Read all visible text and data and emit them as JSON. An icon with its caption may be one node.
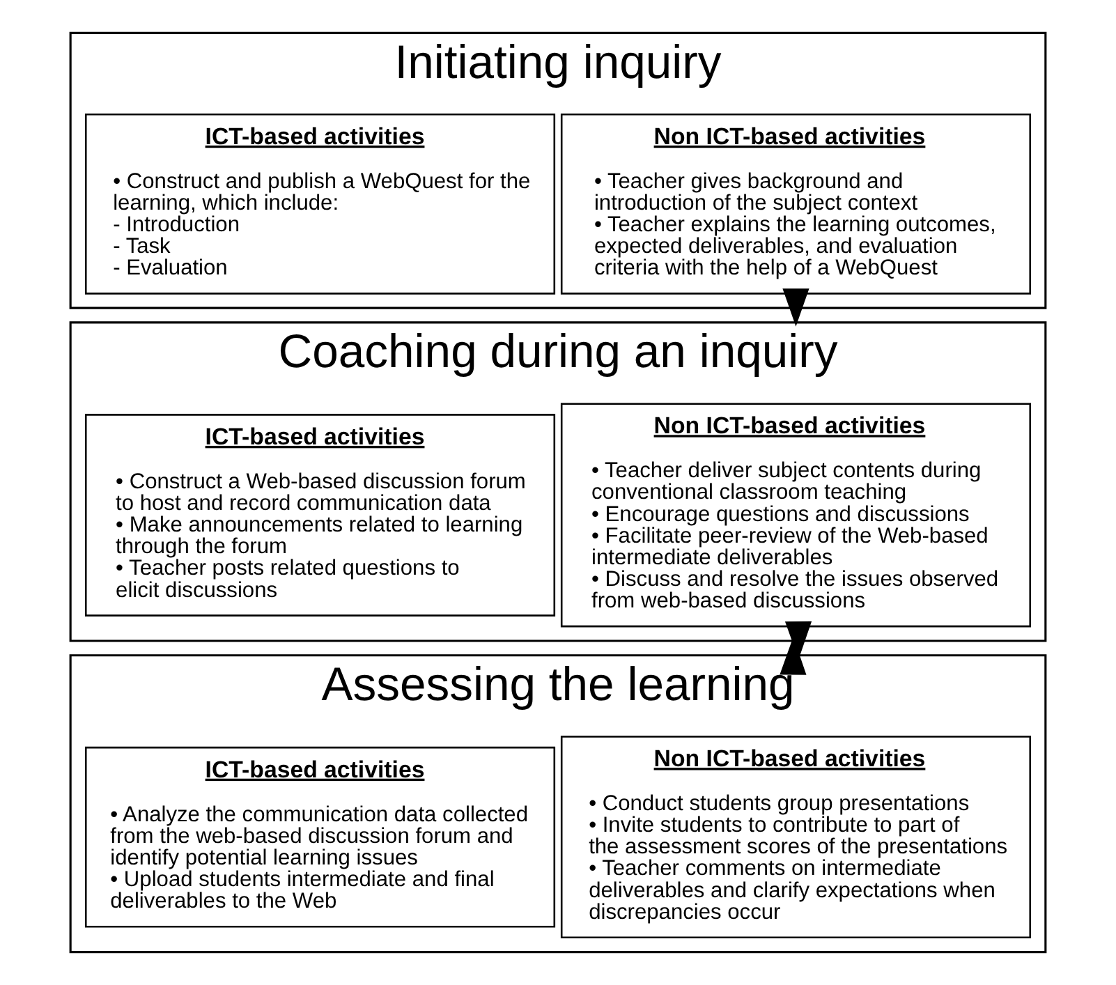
{
  "diagram": {
    "nodes": [
      {
        "text": [
          "Initiating inquiry"
        ]
      },
      {
        "text": [
          "Non ICT-based activities",
          "• Teacher gives background and introduction of the subject context",
          "• Teacher explains the learning outcomes, expected deliverables, and evaluation criteria with the help of a WebQuest"
        ],
        "in": 0
      },
      {
        "text": [
          "ICT-based activities",
          "• Construct and publish a WebQuest for the learning, which include:",
          "- Introduction",
          "- Task",
          "- Evaluation"
        ],
        "in": 0
      },
      {
        "text": [
          "Coaching during an inquiry"
        ]
      },
      {
        "text": [
          "Non ICT-based activities",
          "• Teacher deliver subject contents during conventional classroom teaching",
          "• Encourage questions and discussions",
          "• Facilitate peer-review of the Web-based intermediate deliverables",
          "• Discuss and resolve the issues observed from web-based discussions"
        ],
        "in": 3
      },
      {
        "text": [
          "ICT-based activities",
          "• Construct a Web-based discussion forum to host and record communication data",
          "• Make announcements related to learning through the forum",
          "• Teacher posts related questions to elicit discussions"
        ],
        "in": 3
      },
      {
        "text": [
          "Assessing the learning"
        ]
      },
      {
        "text": [
          "Non ICT-based activities",
          "• Conduct students group presentations",
          "• Invite students to contribute to part of the assessment scores of the presentations",
          "• Teacher comments on intermediate deliverables and clarify expectations when discrepancies occur"
        ],
        "in": 6
      },
      {
        "text": [
          "ICT-based activities",
          "• Analyze the communication data collected from the web-based discussion forum and identify potential learning issues",
          "• Upload students intermediate and final deliverables to the Web"
        ],
        "in": 6
      }
    ],
    "edges": [
      {
        "from": 0,
        "to": 3,
        "arrow": "to"
      },
      {
        "from": 3,
        "to": 6,
        "arrow": "to"
      },
      {
        "from": 6,
        "to": 3,
        "arrow": "to"
      }
    ]
  }
}
